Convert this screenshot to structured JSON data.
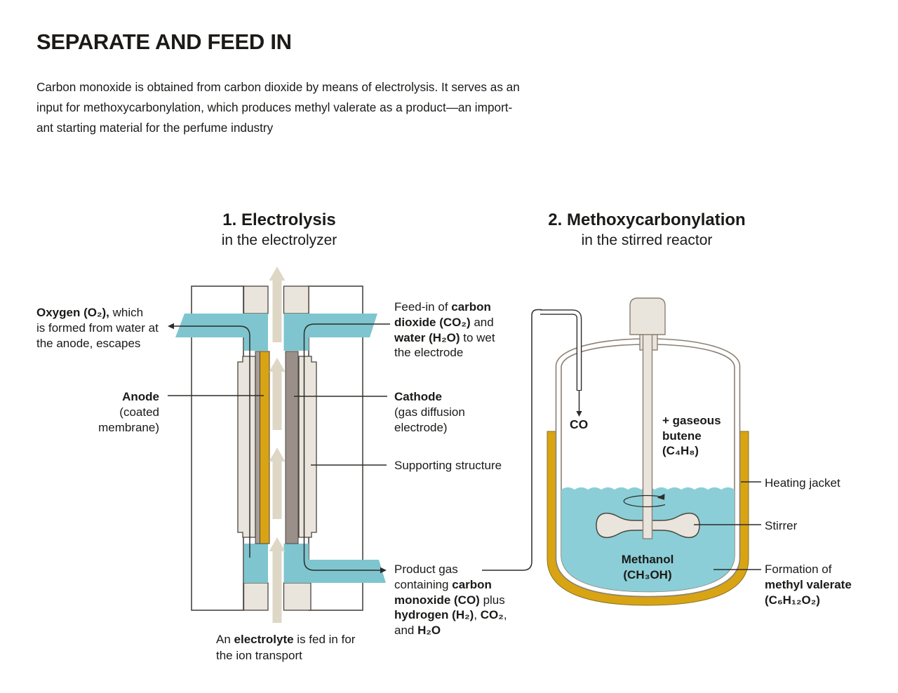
{
  "colors": {
    "ink": "#1b1a18",
    "line": "#2e2c29",
    "outline": "#4a4540",
    "teal": "#7ec5cf",
    "liquid": "#8bced7",
    "gold": "#d8a414",
    "cream": "#eae5dc",
    "beige": "#ded7c6",
    "cathode_gray": "#9a9089",
    "membrane_gray": "#a79e96",
    "vessel_gray": "#8b8074",
    "bg": "#ffffff"
  },
  "header": {
    "title": "SEPARATE AND FEED IN",
    "intro": "Carbon monoxide is obtained from carbon dioxide by means of electrolysis. It serves as an\ninput for methoxycarbonylation, which produces methyl valerate as a product—an import-\nant starting material for the perfume industry"
  },
  "sections": {
    "s1_title": "1. Electrolysis",
    "s1_sub": "in the electrolyzer",
    "s2_title": "2. Methoxycarbonylation",
    "s2_sub": "in the stirred reactor"
  },
  "labels": {
    "oxygen": [
      {
        "t": "Oxygen (O₂),",
        "b": 1
      },
      {
        "t": " which\nis formed from water at\nthe anode, escapes"
      }
    ],
    "anode": [
      {
        "t": "Anode",
        "b": 1
      },
      {
        "t": "\n(coated\nmembrane)"
      }
    ],
    "feed_in": [
      {
        "t": "Feed-in of "
      },
      {
        "t": "carbon\ndioxide (CO₂)",
        "b": 1
      },
      {
        "t": " and\n"
      },
      {
        "t": "water (H₂O)",
        "b": 1
      },
      {
        "t": " to wet\nthe electrode"
      }
    ],
    "cathode": [
      {
        "t": "Cathode",
        "b": 1
      },
      {
        "t": "\n(gas diffusion\nelectrode)"
      }
    ],
    "supporting": "Supporting structure",
    "electrolyte": [
      {
        "t": "An "
      },
      {
        "t": "electrolyte",
        "b": 1
      },
      {
        "t": " is fed in for\nthe ion transport"
      }
    ],
    "product_gas": [
      {
        "t": "Product gas\ncontaining "
      },
      {
        "t": "carbon\nmonoxide (CO)",
        "b": 1
      },
      {
        "t": " plus\n"
      },
      {
        "t": "hydrogen (H₂)",
        "b": 1
      },
      {
        "t": ", "
      },
      {
        "t": "CO₂",
        "b": 1
      },
      {
        "t": ",\nand "
      },
      {
        "t": "H₂O",
        "b": 1
      }
    ],
    "co": "CO",
    "butene": "+ gaseous\nbutene\n(C₄H₈)",
    "heating_jacket": "Heating jacket",
    "stirrer": "Stirrer",
    "formation": [
      {
        "t": "Formation of\n"
      },
      {
        "t": "methyl valerate\n(C₆H₁₂O₂)",
        "b": 1
      }
    ],
    "methanol": "Methanol\n(CH₃OH)"
  }
}
